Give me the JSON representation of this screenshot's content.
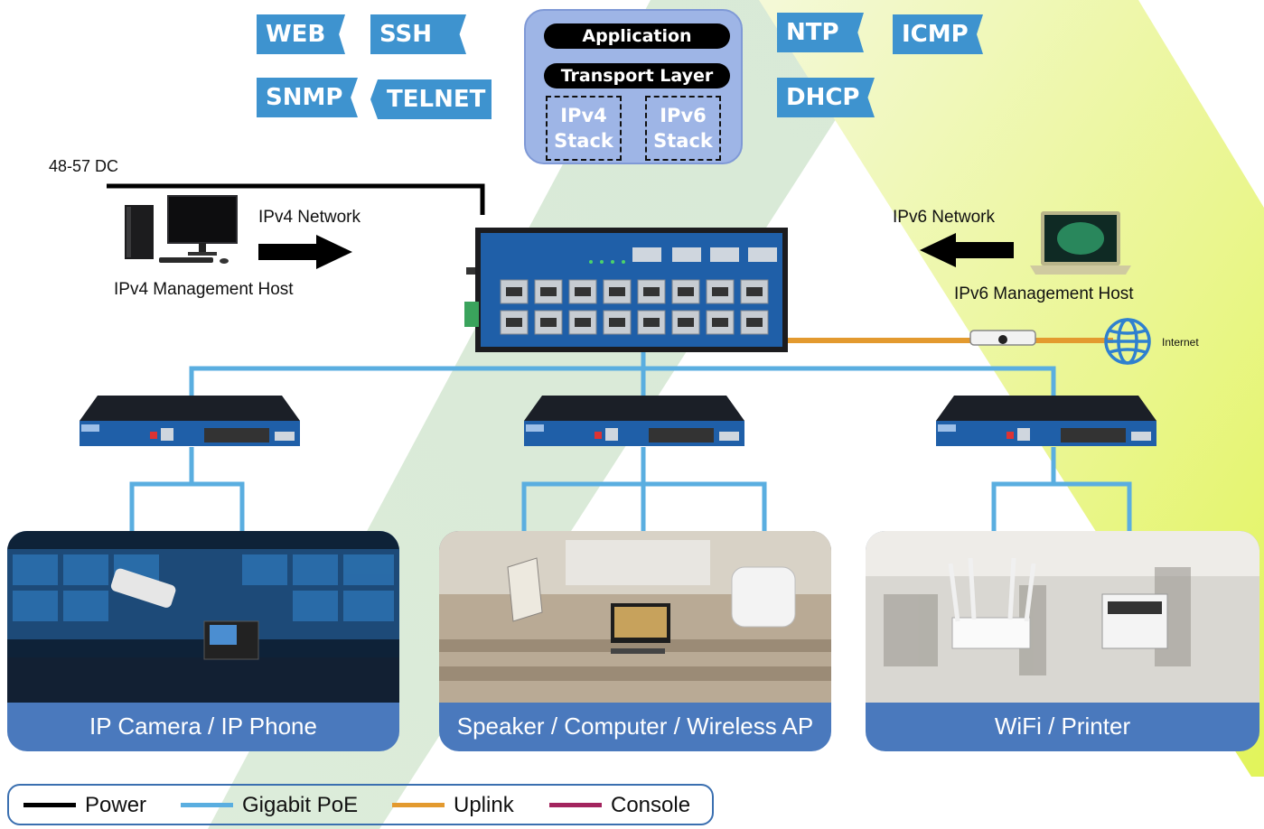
{
  "protocol_tags": {
    "web": "WEB",
    "ssh": "SSH",
    "snmp": "SNMP",
    "telnet": "TELNET",
    "ntp": "NTP",
    "icmp": "ICMP",
    "dhcp": "DHCP"
  },
  "stack": {
    "application": "Application",
    "transport": "Transport Layer",
    "ipv4_line1": "IPv4",
    "ipv4_line2": "Stack",
    "ipv6_line1": "IPv6",
    "ipv6_line2": "Stack"
  },
  "power_label": "48-57 DC",
  "ipv4": {
    "network": "IPv4 Network",
    "host": "IPv4 Management Host"
  },
  "ipv6": {
    "network": "IPv6 Network",
    "host": "IPv6 Management Host"
  },
  "internet_label": "Internet",
  "panels": [
    {
      "caption": "IP Camera / IP Phone"
    },
    {
      "caption": "Speaker / Computer / Wireless AP"
    },
    {
      "caption": "WiFi / Printer"
    }
  ],
  "legend": {
    "power": "Power",
    "poe": "Gigabit PoE",
    "uplink": "Uplink",
    "console": "Console"
  },
  "colors": {
    "power": "#000000",
    "poe": "#5aaee0",
    "uplink": "#e39a2f",
    "console": "#a3245e",
    "tag": "#3e93cf",
    "panel_caption": "#4a79bd"
  }
}
